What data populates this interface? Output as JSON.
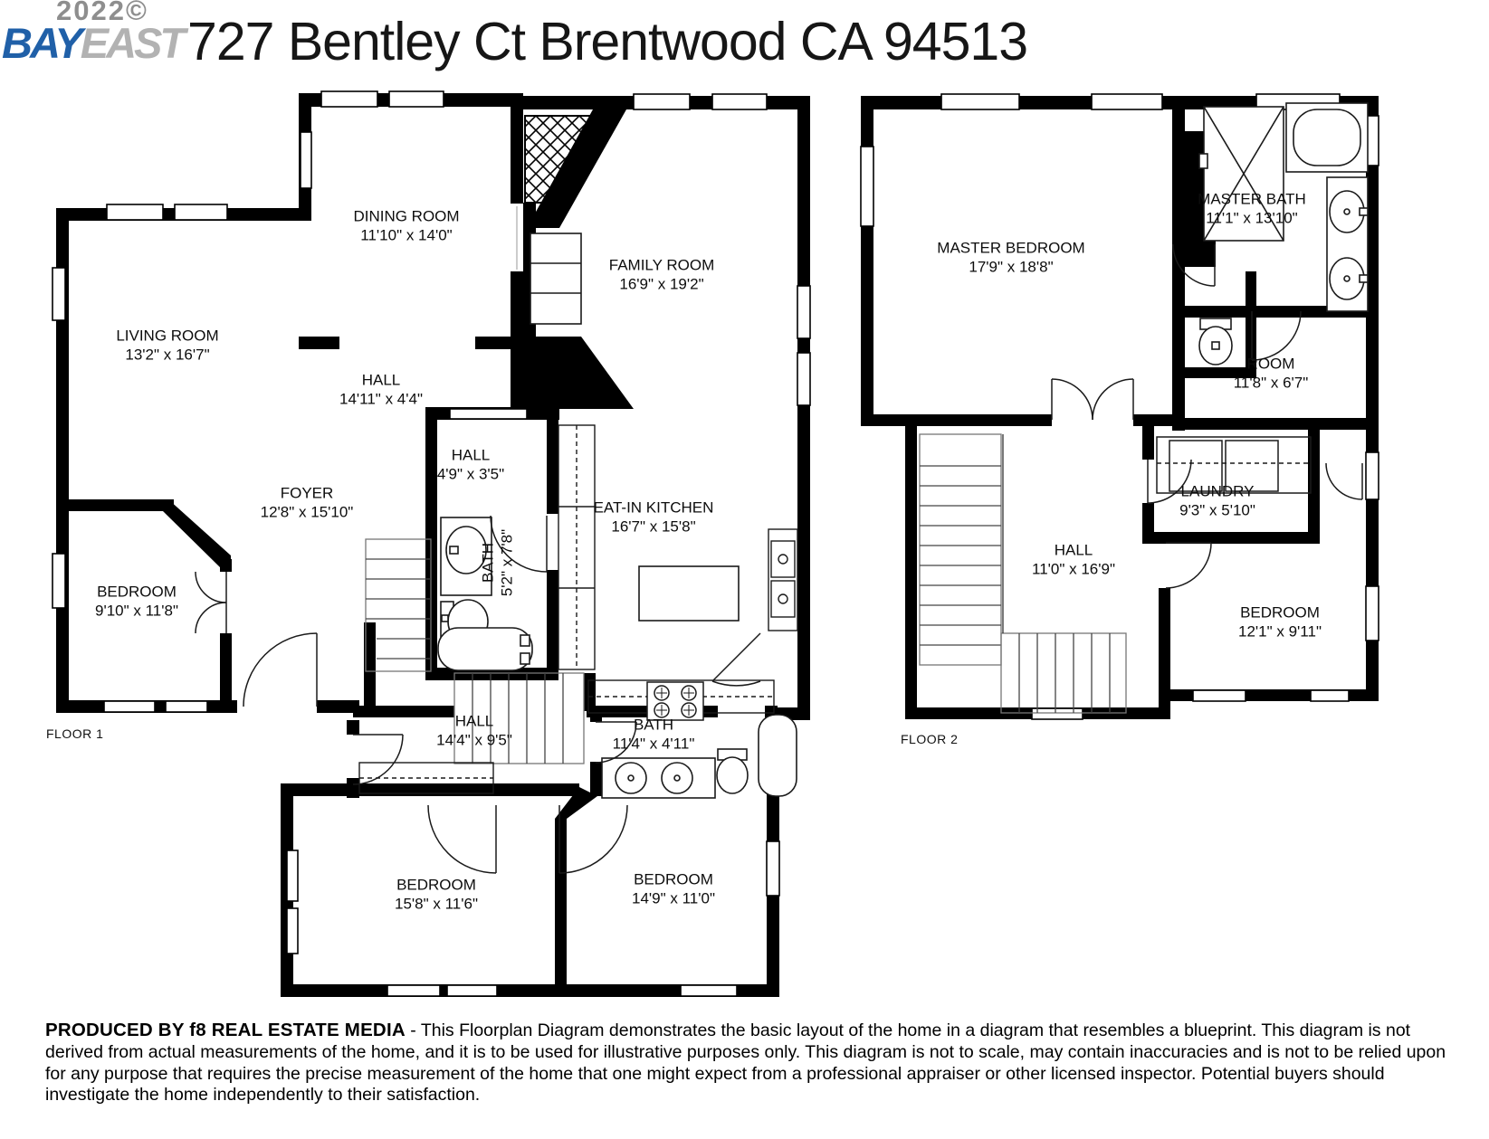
{
  "header": {
    "copyright": "2022©",
    "logo": {
      "part1": "BAY",
      "part2": "EAST"
    },
    "title": "727 Bentley Ct Brentwood CA 94513"
  },
  "colors": {
    "wall": "#000000",
    "logo_blue": "#2060a8",
    "logo_gray": "#b2b2b2",
    "copyright_gray": "#8e8e8e",
    "title_color": "#161616"
  },
  "floor1": {
    "label": "FLOOR 1",
    "rooms": [
      {
        "name": "DINING ROOM",
        "dims": "11'10\" x 14'0\""
      },
      {
        "name": "FAMILY ROOM",
        "dims": "16'9\" x 19'2\""
      },
      {
        "name": "LIVING ROOM",
        "dims": "13'2\" x 16'7\""
      },
      {
        "name": "HALL",
        "dims": "14'11\" x 4'4\""
      },
      {
        "name": "HALL",
        "dims": "4'9\" x 3'5\""
      },
      {
        "name": "FOYER",
        "dims": "12'8\" x 15'10\""
      },
      {
        "name": "EAT-IN KITCHEN",
        "dims": "16'7\" x 15'8\""
      },
      {
        "name": "BATH",
        "dims": "5'2\" x 7'8\""
      },
      {
        "name": "BEDROOM",
        "dims": "9'10\" x 11'8\""
      },
      {
        "name": "HALL",
        "dims": "14'4\" x 9'5\""
      },
      {
        "name": "BATH",
        "dims": "11'4\" x 4'11\""
      },
      {
        "name": "BEDROOM",
        "dims": "15'8\" x 11'6\""
      },
      {
        "name": "BEDROOM",
        "dims": "14'9\" x 11'0\""
      }
    ]
  },
  "floor2": {
    "label": "FLOOR 2",
    "rooms": [
      {
        "name": "MASTER BEDROOM",
        "dims": "17'9\" x 18'8\""
      },
      {
        "name": "MASTER BATH",
        "dims": "11'1\" x 13'10\""
      },
      {
        "name": "ROOM",
        "dims": "11'8\" x 6'7\""
      },
      {
        "name": "LAUNDRY",
        "dims": "9'3\" x 5'10\""
      },
      {
        "name": "HALL",
        "dims": "11'0\" x 16'9\""
      },
      {
        "name": "BEDROOM",
        "dims": "12'1\" x 9'11\""
      }
    ]
  },
  "footer": {
    "producer": "PRODUCED BY f8 REAL ESTATE MEDIA",
    "disclaimer": " - This Floorplan Diagram demonstrates the basic layout of the home in a diagram that resembles a blueprint. This diagram is not derived from actual measurements of the home, and it is to be used for illustrative purposes only. This diagram is not to scale, may contain inaccuracies and is not to be relied upon for any purpose that requires the precise measurement of the home that one might expect from a professional appraiser or other licensed inspector. Potential buyers should investigate the home independently to their satisfaction."
  }
}
